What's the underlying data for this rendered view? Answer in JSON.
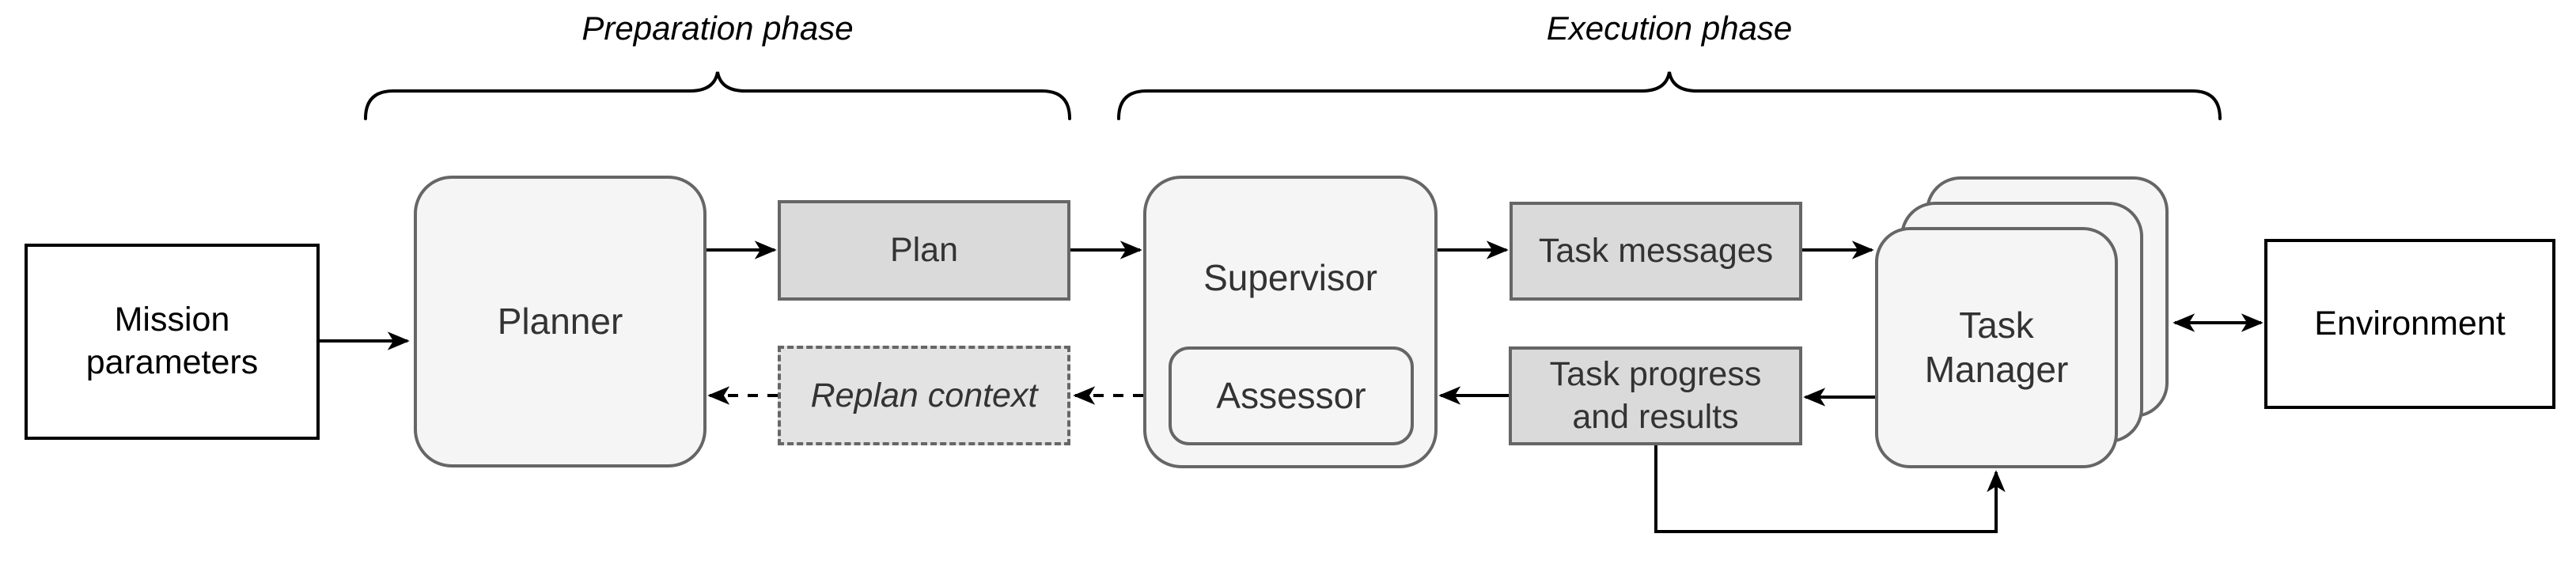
{
  "diagram": {
    "phases": {
      "preparation": {
        "label": "Preparation phase"
      },
      "execution": {
        "label": "Execution phase"
      }
    },
    "nodes": {
      "mission": {
        "line1": "Mission",
        "line2": "parameters"
      },
      "planner": {
        "label": "Planner"
      },
      "plan": {
        "label": "Plan"
      },
      "replan": {
        "label": "Replan context"
      },
      "supervisor": {
        "label": "Supervisor"
      },
      "assessor": {
        "label": "Assessor"
      },
      "task_messages": {
        "label": "Task messages"
      },
      "task_progress": {
        "line1": "Task progress",
        "line2": "and results"
      },
      "task_manager": {
        "line1": "Task",
        "line2": "Manager"
      },
      "environment": {
        "label": "Environment"
      }
    },
    "colors": {
      "container_fill": "#f5f5f5",
      "container_border": "#666666",
      "gray_box_fill": "#dadada",
      "replan_fill": "#e3e3e3",
      "white_box_fill": "#ffffff",
      "line_color": "#000000",
      "dark_text": "#333333",
      "black_text": "#000000"
    }
  }
}
